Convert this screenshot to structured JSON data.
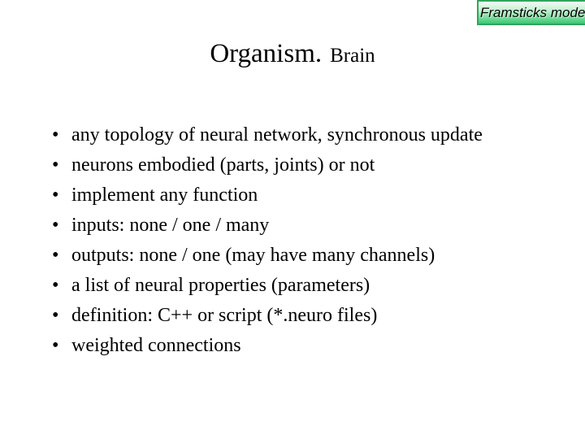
{
  "banner": {
    "label": "Framsticks mode",
    "gradient_top": "#f2fdf5",
    "gradient_bottom": "#3cc676",
    "border_color": "#2fa55c"
  },
  "title": {
    "main": "Organism.",
    "sub": "Brain"
  },
  "content": {
    "bullet_char": "•",
    "bullets": [
      "any topology of neural network, synchronous update",
      "neurons embodied (parts, joints) or not",
      "implement any function",
      "inputs: none / one / many",
      "outputs: none / one (may have many channels)",
      "a list of neural properties (parameters)",
      "definition: C++ or script (*.neuro files)",
      "weighted connections"
    ]
  }
}
